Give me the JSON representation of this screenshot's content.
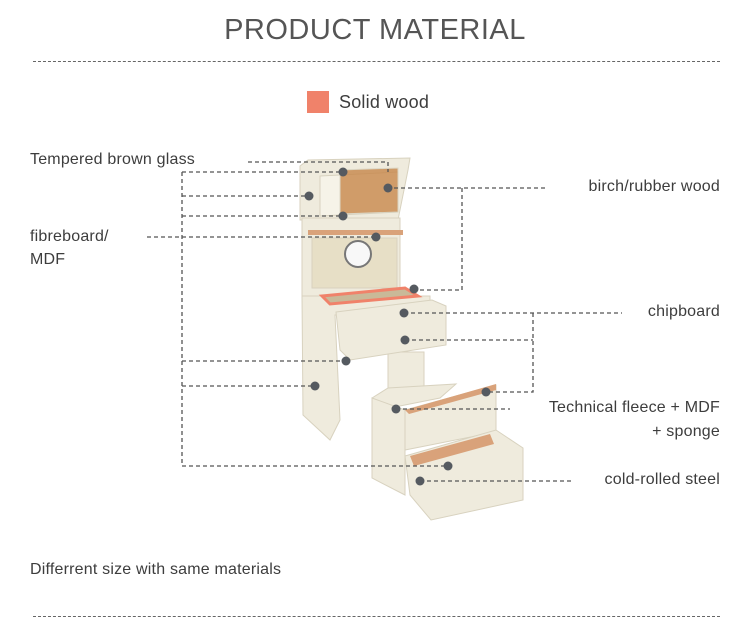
{
  "title": "PRODUCT MATERIAL",
  "legend": {
    "label": "Solid wood",
    "color": "#F0826A"
  },
  "labels": {
    "glass": "Tempered brown glass",
    "fibreboard_1": "fibreboard/",
    "fibreboard_2": "MDF",
    "birch": "birch/rubber wood",
    "chipboard": "chipboard",
    "fleece_1": "Technical fleece + MDF",
    "fleece_2": "+ sponge",
    "steel": "cold-rolled steel"
  },
  "footnote": "Differrent size with same materials",
  "colors": {
    "line": "#555555",
    "dot": "#555a60",
    "body": "#EFEBDD",
    "wood": "#D9A27A",
    "glass": "#C7874A"
  }
}
